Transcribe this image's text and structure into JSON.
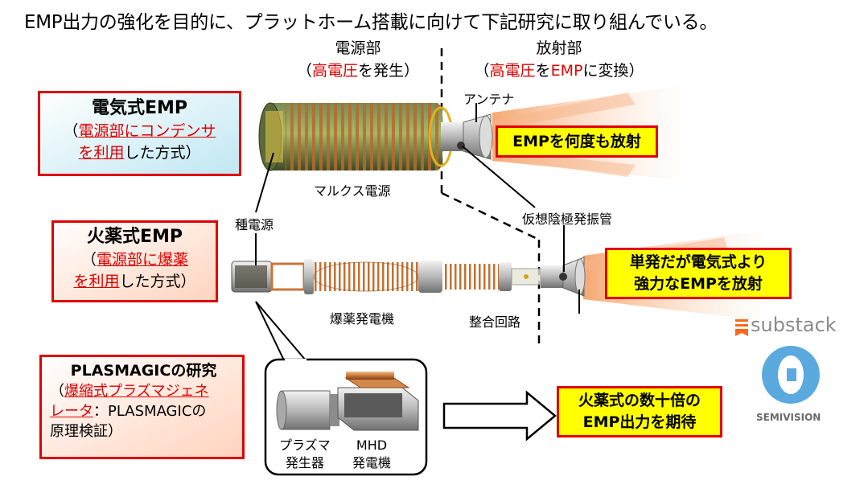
{
  "title": "EMP出力の強化を目的に、プラットホーム搭載に向けて下記研究に取り組んでいる。",
  "sections": {
    "power": {
      "name": "電源部",
      "paren_open": "（",
      "red": "高電圧",
      "rest": "を発生）"
    },
    "radiation": {
      "name": "放射部",
      "paren_open": "（",
      "red1": "高電圧",
      "mid": "を",
      "red2": "EMP",
      "rest": "に変換）"
    }
  },
  "boxes": {
    "electric": {
      "title": "電気式EMP",
      "l1_open": "（",
      "l1_red": "電源部にコンデンサ",
      "l2_red": "を利用",
      "l2_rest": "した方式）"
    },
    "explosive": {
      "title": "火薬式EMP",
      "l1_open": "（",
      "l1_red": "電源部に爆薬",
      "l2_red": "を利用",
      "l2_rest": "した方式）"
    },
    "plasmagic": {
      "title": "PLASMAGICの研究",
      "l1_open": "（",
      "l1_red": "爆縮式プラズマジェネ",
      "l2_red": "レータ",
      "l2_rest": "：PLASMAGICの",
      "l3": "原理検証）"
    }
  },
  "callouts": {
    "electric_result": "EMPを何度も放射",
    "explosive_result_1": "単発だが電気式より",
    "explosive_result_2": "強力なEMPを放射",
    "plasmagic_result_1": "火薬式の数十倍の",
    "plasmagic_result_2": "EMP出力を期待"
  },
  "labels": {
    "antenna": "アンテナ",
    "marx": "マルクス電源",
    "seed": "種電源",
    "vircator": "仮想陰極発振管",
    "explosive_gen": "爆薬発電機",
    "matching": "整合回路",
    "plasma_gen_1": "プラズマ",
    "plasma_gen_2": "発生器",
    "mhd_1": "MHD",
    "mhd_2": "発電機"
  },
  "watermarks": {
    "substack": "substack",
    "semivision": "SEMIVISION"
  },
  "colors": {
    "accent_red": "#e00000",
    "callout_yellow": "#ffff00",
    "copper": "#c8763a",
    "box_blue_light": "#e6f7fb",
    "box_red_light": "#fff1ea"
  }
}
